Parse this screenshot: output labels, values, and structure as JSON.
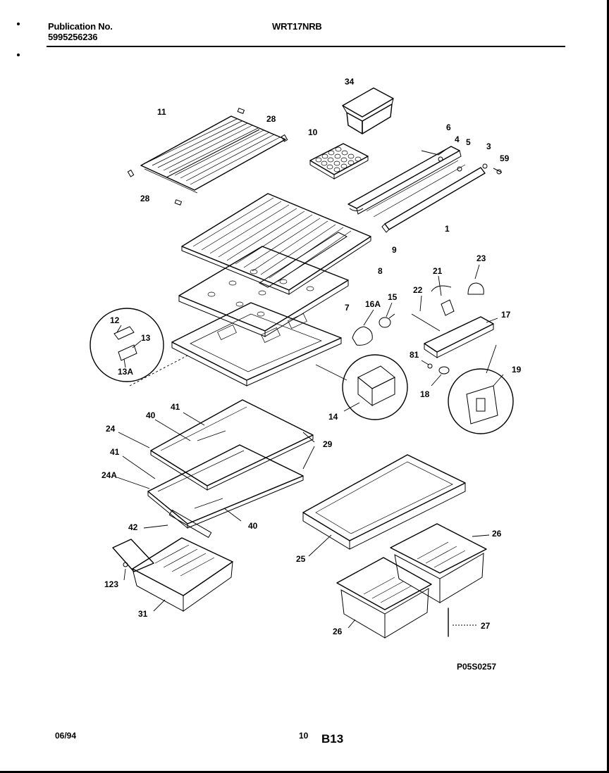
{
  "header": {
    "publication_label": "Publication No.",
    "publication_number": "5995256236",
    "model": "WRT17NRB"
  },
  "diagram": {
    "drawing_id": "P05S0257",
    "callouts": [
      {
        "id": "c-11",
        "text": "11"
      },
      {
        "id": "c-28a",
        "text": "28"
      },
      {
        "id": "c-28b",
        "text": "28"
      },
      {
        "id": "c-34",
        "text": "34"
      },
      {
        "id": "c-10",
        "text": "10"
      },
      {
        "id": "c-6",
        "text": "6"
      },
      {
        "id": "c-4",
        "text": "4"
      },
      {
        "id": "c-5",
        "text": "5"
      },
      {
        "id": "c-3",
        "text": "3"
      },
      {
        "id": "c-59",
        "text": "59"
      },
      {
        "id": "c-1",
        "text": "1"
      },
      {
        "id": "c-9",
        "text": "9"
      },
      {
        "id": "c-8",
        "text": "8"
      },
      {
        "id": "c-21",
        "text": "21"
      },
      {
        "id": "c-23",
        "text": "23"
      },
      {
        "id": "c-22",
        "text": "22"
      },
      {
        "id": "c-15",
        "text": "15"
      },
      {
        "id": "c-16a",
        "text": "16A"
      },
      {
        "id": "c-7",
        "text": "7"
      },
      {
        "id": "c-17",
        "text": "17"
      },
      {
        "id": "c-12",
        "text": "12"
      },
      {
        "id": "c-13",
        "text": "13"
      },
      {
        "id": "c-13a",
        "text": "13A"
      },
      {
        "id": "c-81",
        "text": "81"
      },
      {
        "id": "c-18",
        "text": "18"
      },
      {
        "id": "c-19",
        "text": "19"
      },
      {
        "id": "c-14",
        "text": "14"
      },
      {
        "id": "c-41a",
        "text": "41"
      },
      {
        "id": "c-40a",
        "text": "40"
      },
      {
        "id": "c-24",
        "text": "24"
      },
      {
        "id": "c-29",
        "text": "29"
      },
      {
        "id": "c-41b",
        "text": "41"
      },
      {
        "id": "c-24a",
        "text": "24A"
      },
      {
        "id": "c-40b",
        "text": "40"
      },
      {
        "id": "c-42",
        "text": "42"
      },
      {
        "id": "c-123",
        "text": "123"
      },
      {
        "id": "c-31",
        "text": "31"
      },
      {
        "id": "c-25",
        "text": "25"
      },
      {
        "id": "c-26a",
        "text": "26"
      },
      {
        "id": "c-26b",
        "text": "26"
      },
      {
        "id": "c-27",
        "text": "27"
      }
    ]
  },
  "footer": {
    "date": "06/94",
    "page": "10",
    "section": "B13"
  }
}
